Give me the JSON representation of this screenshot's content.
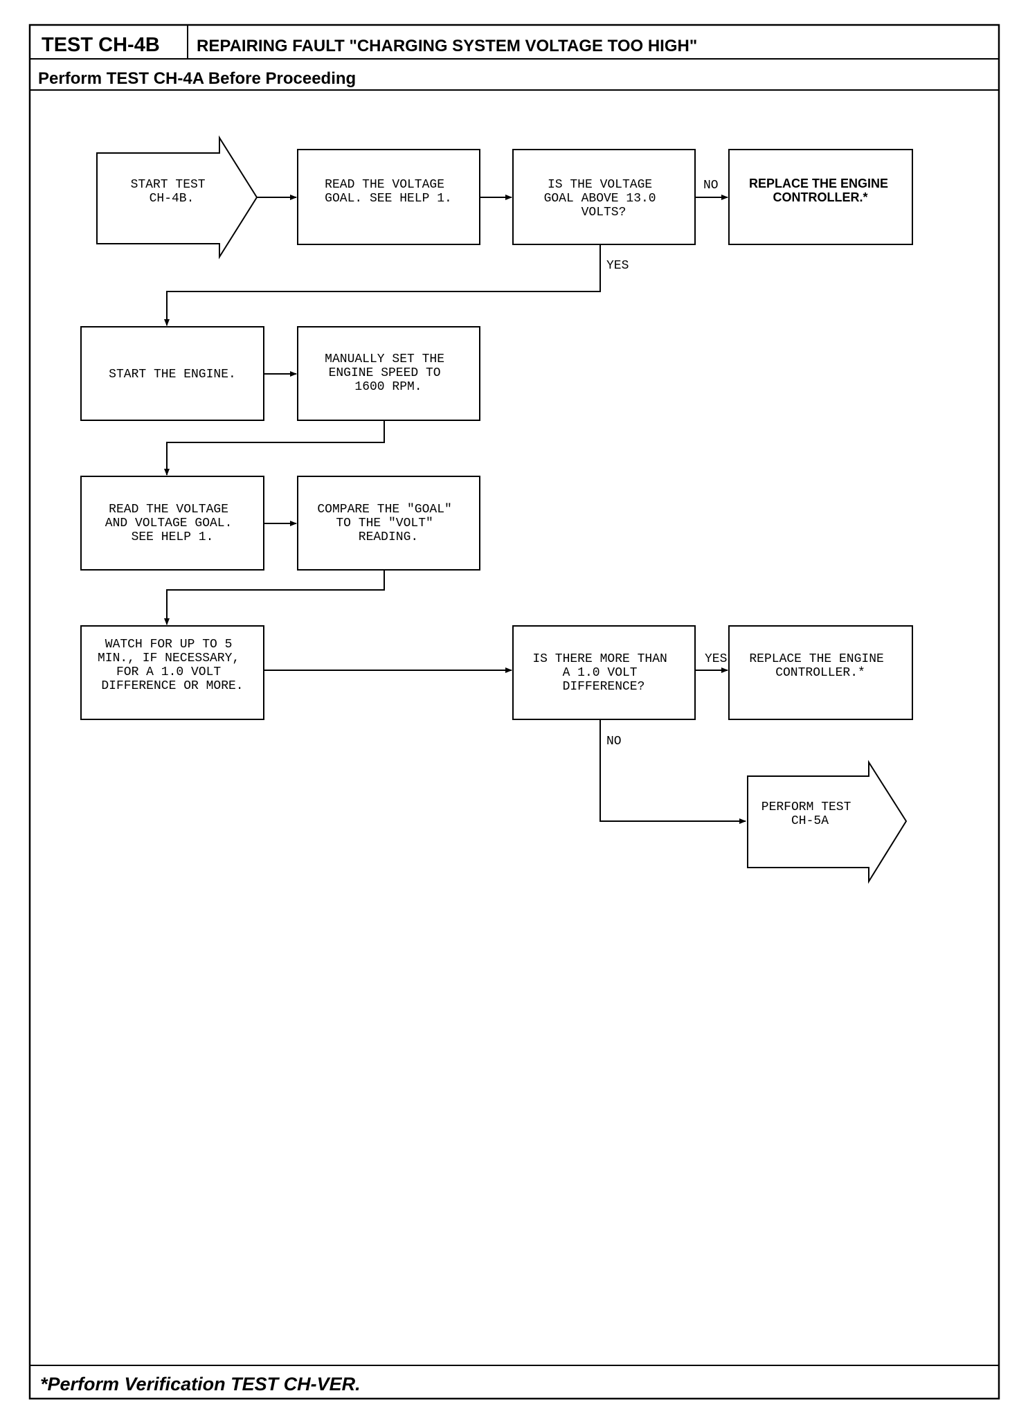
{
  "header": {
    "test_id": "TEST CH-4B",
    "title": "REPAIRING FAULT \"CHARGING SYSTEM VOLTAGE TOO HIGH\"",
    "subtitle": "Perform TEST CH-4A Before Proceeding"
  },
  "nodes": {
    "start": [
      "START TEST",
      "CH-4B."
    ],
    "read_goal": [
      "READ THE VOLTAGE",
      "GOAL. SEE HELP 1."
    ],
    "q_goal": [
      "IS THE VOLTAGE",
      "GOAL ABOVE 13.0",
      "VOLTS?"
    ],
    "replace1": [
      "REPLACE THE ENGINE",
      "CONTROLLER.*"
    ],
    "start_engine": [
      "START THE ENGINE."
    ],
    "set_speed": [
      "MANUALLY SET THE",
      "ENGINE SPEED TO",
      "1600 RPM."
    ],
    "read_voltage": [
      "READ THE VOLTAGE",
      "AND VOLTAGE GOAL.",
      "SEE HELP 1."
    ],
    "compare": [
      "COMPARE THE \"GOAL\"",
      "TO THE \"VOLT\"",
      "READING."
    ],
    "watch": [
      "WATCH FOR UP TO 5",
      "MIN., IF NECESSARY,",
      "FOR A 1.0 VOLT",
      "DIFFERENCE OR MORE."
    ],
    "q_diff": [
      "IS THERE MORE THAN",
      "A 1.0 VOLT",
      "DIFFERENCE?"
    ],
    "replace2": [
      "REPLACE THE ENGINE",
      "CONTROLLER.*"
    ],
    "perform": [
      "PERFORM TEST",
      "CH-5A"
    ]
  },
  "labels": {
    "no1": "NO",
    "yes1": "YES",
    "yes2": "YES",
    "no2": "NO"
  },
  "footer": {
    "note": "*Perform Verification TEST CH-VER."
  }
}
